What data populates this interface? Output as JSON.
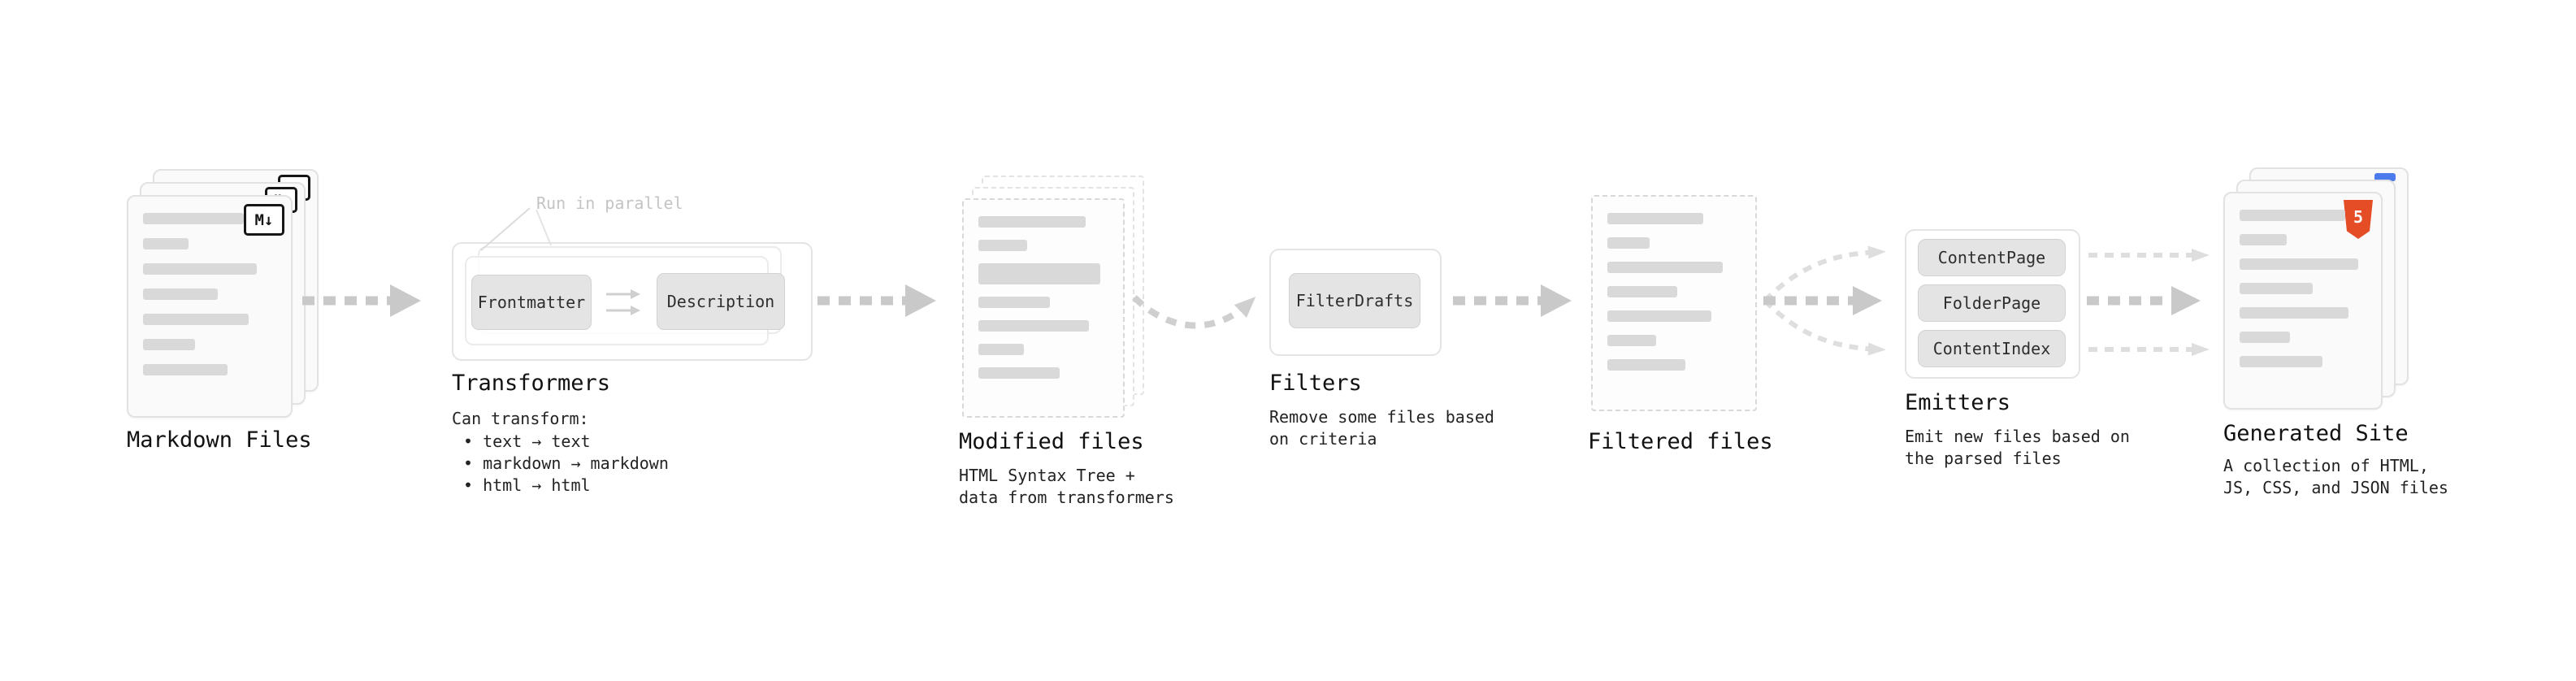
{
  "nodes": {
    "markdown_files": {
      "label": "Markdown Files"
    },
    "transformers": {
      "label": "Transformers",
      "annotation": "Run in parallel",
      "buttons": [
        "Frontmatter",
        "Description"
      ],
      "caption_title": "Can transform:",
      "caption_items": [
        "• text → text",
        "• markdown → markdown",
        "• html → html"
      ]
    },
    "modified_files": {
      "label": "Modified files",
      "caption": "HTML Syntax Tree +\ndata from transformers"
    },
    "filters": {
      "label": "Filters",
      "buttons": [
        "FilterDrafts"
      ],
      "caption": "Remove some files based\non criteria"
    },
    "filtered_files": {
      "label": "Filtered files"
    },
    "emitters": {
      "label": "Emitters",
      "buttons": [
        "ContentPage",
        "FolderPage",
        "ContentIndex"
      ],
      "caption": "Emit new files based on\nthe parsed files"
    },
    "generated_site": {
      "label": "Generated Site",
      "caption": "A collection of HTML,\nJS, CSS, and JSON files"
    }
  },
  "icons": {
    "markdown_badge": "M↓",
    "html5_badge": "5"
  },
  "colors": {
    "background": "#ffffff",
    "arrow": "#c9c9c9",
    "arrow_light": "#dedede",
    "card_border": "#e2e2e2",
    "card_bg": "#fafafa",
    "chip_bg": "#e4e4e4",
    "placeholder_bar": "#d9d9d9",
    "annotation_text": "#c4c4c4",
    "label_text": "#111111",
    "html5_badge_bg": "#e44d26",
    "favicon_dot": "#4b7bec"
  }
}
